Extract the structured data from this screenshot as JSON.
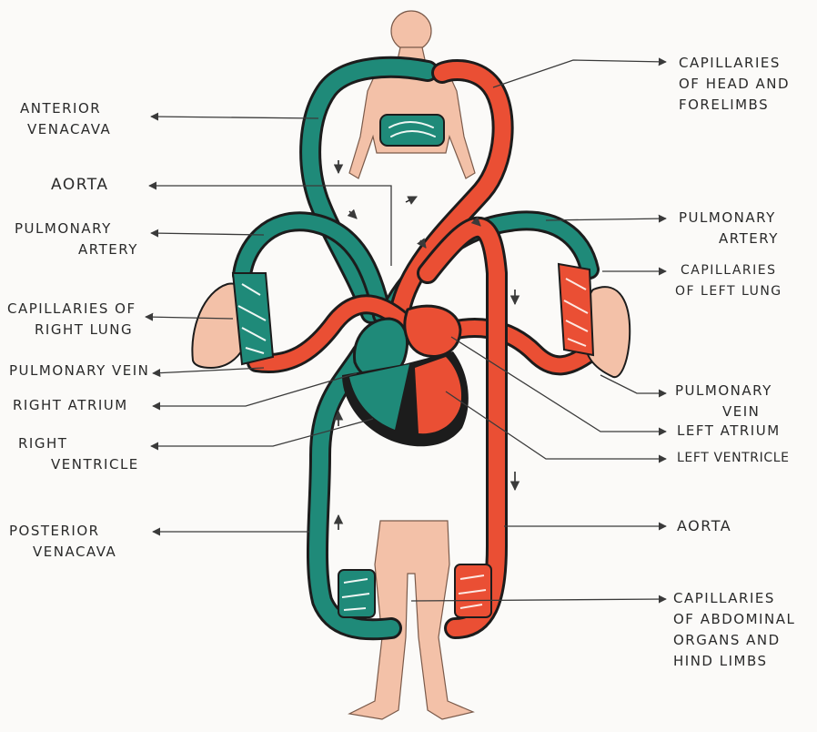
{
  "colors": {
    "deoxygenated": "#1f8a79",
    "oxygenated": "#ea4f34",
    "skin": "#f3c1a8",
    "outline": "#1c1c1c",
    "pointer": "#3a3a3a"
  },
  "labels": {
    "anterior_venacava": [
      "ANTERIOR",
      "VENACAVA"
    ],
    "aorta_left": [
      "AORTA"
    ],
    "pulmonary_artery_left": [
      "PULMONARY",
      "ARTERY"
    ],
    "capillaries_right_lung": [
      "CAPILLARIES OF",
      "RIGHT LUNG"
    ],
    "pulmonary_vein_left": [
      "PULMONARY VEIN"
    ],
    "right_atrium": [
      "RIGHT ATRIUM"
    ],
    "right_ventricle": [
      "RIGHT",
      "VENTRICLE"
    ],
    "posterior_venacava": [
      "POSTERIOR",
      "VENACAVA"
    ],
    "capillaries_head": [
      "CAPILLARIES",
      "OF HEAD AND",
      "FORELIMBS"
    ],
    "pulmonary_artery_right": [
      "PULMONARY",
      "ARTERY"
    ],
    "capillaries_left_lung": [
      "CAPILLARIES",
      "OF LEFT LUNG"
    ],
    "pulmonary_vein_right": [
      "PULMONARY",
      "VEIN"
    ],
    "left_atrium": [
      "LEFT ATRIUM"
    ],
    "left_ventricle": [
      "LEFT VENTRICLE"
    ],
    "aorta_right": [
      "AORTA"
    ],
    "capillaries_abdominal": [
      "CAPILLARIES",
      "OF ABDOMINAL",
      "ORGANS AND",
      "HIND LIMBS"
    ]
  }
}
